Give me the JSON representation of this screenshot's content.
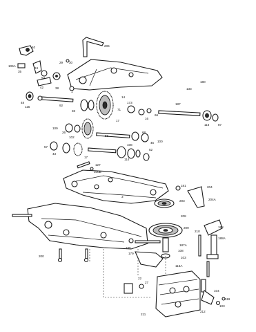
{
  "callouts": [
    "206",
    "40",
    "106A",
    "35",
    "24",
    "64",
    "29",
    "30",
    "1",
    "42",
    "38",
    "48",
    "14",
    "115",
    "92",
    "33",
    "173",
    "180",
    "133",
    "187",
    "71",
    "17",
    "16",
    "66",
    "109",
    "26",
    "102",
    "57",
    "43",
    "56",
    "108",
    "68",
    "45",
    "116",
    "87",
    "52",
    "17",
    "114",
    "100",
    "127",
    "100B",
    "3",
    "181",
    "204",
    "203",
    "204A",
    "208",
    "209",
    "210",
    "188",
    "188A",
    "185",
    "179",
    "187A",
    "108",
    "103",
    "115A",
    "200",
    "22",
    "27",
    "211",
    "212",
    "104",
    "103",
    "119"
  ]
}
